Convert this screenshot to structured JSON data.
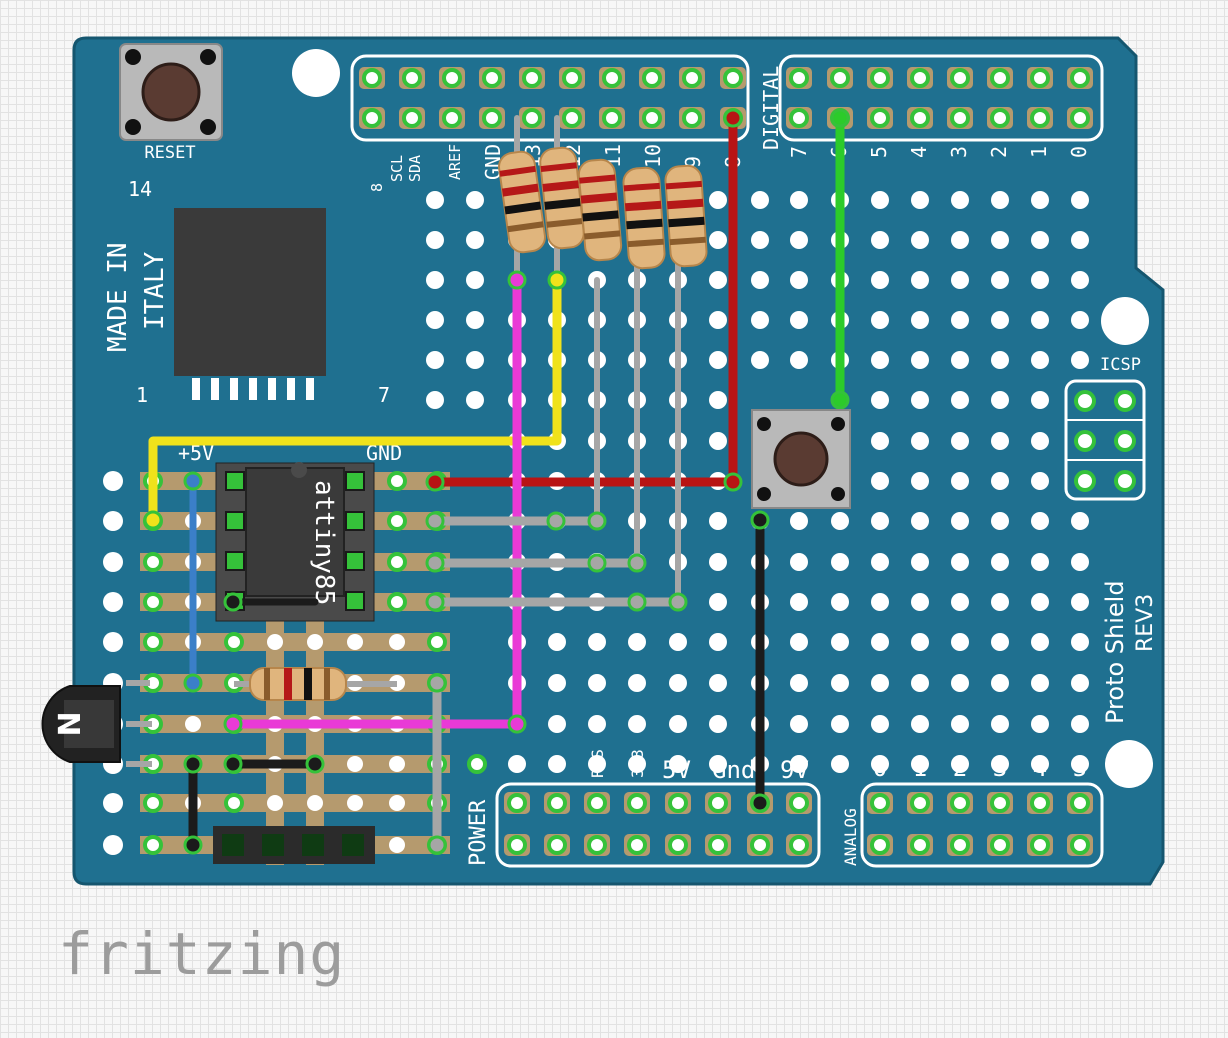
{
  "brand": "fritzing",
  "colors": {
    "board": "#1f7090",
    "board_edge": "#15566f",
    "pad": "#b59a6e",
    "hole": "#ffffff",
    "green": "#35c23a",
    "wire_yellow": "#f0e21b",
    "wire_red": "#b81414",
    "wire_green": "#2ccb2a",
    "wire_magenta": "#e93ad6",
    "wire_blue": "#3b7fc8",
    "wire_gray": "#a6a6a6",
    "wire_black": "#1b1b1b",
    "chip": "#3a3a3a"
  },
  "board": {
    "reset_label": "RESET",
    "made_in": [
      "MADE IN",
      "ITALY"
    ],
    "chip_pin_labels": {
      "top": "14",
      "bottom_left": "1",
      "bottom_right": "7"
    },
    "header_labels": [
      "8",
      "SCL",
      "SDA",
      "AREF",
      "GND",
      "13",
      "12",
      "11",
      "10",
      "9",
      "8",
      "DIGITAL",
      "7",
      "6",
      "5",
      "4",
      "3",
      "2",
      "1",
      "0"
    ],
    "icsp_label": "ICSP",
    "shield_name": "Proto Shield",
    "shield_rev": "REV3",
    "power_label": "POWER",
    "power_pins": [
      "RES",
      "3V3",
      "5V",
      "Gnd",
      "9V"
    ],
    "analog_label": "ANALOG",
    "analog_pins": [
      "0",
      "1",
      "2",
      "3",
      "4",
      "5"
    ],
    "rail_labels": {
      "plus5v": "+5V",
      "gnd": "GND"
    }
  },
  "ic": {
    "name": "attiny85"
  },
  "transistor": {
    "label": "N"
  }
}
